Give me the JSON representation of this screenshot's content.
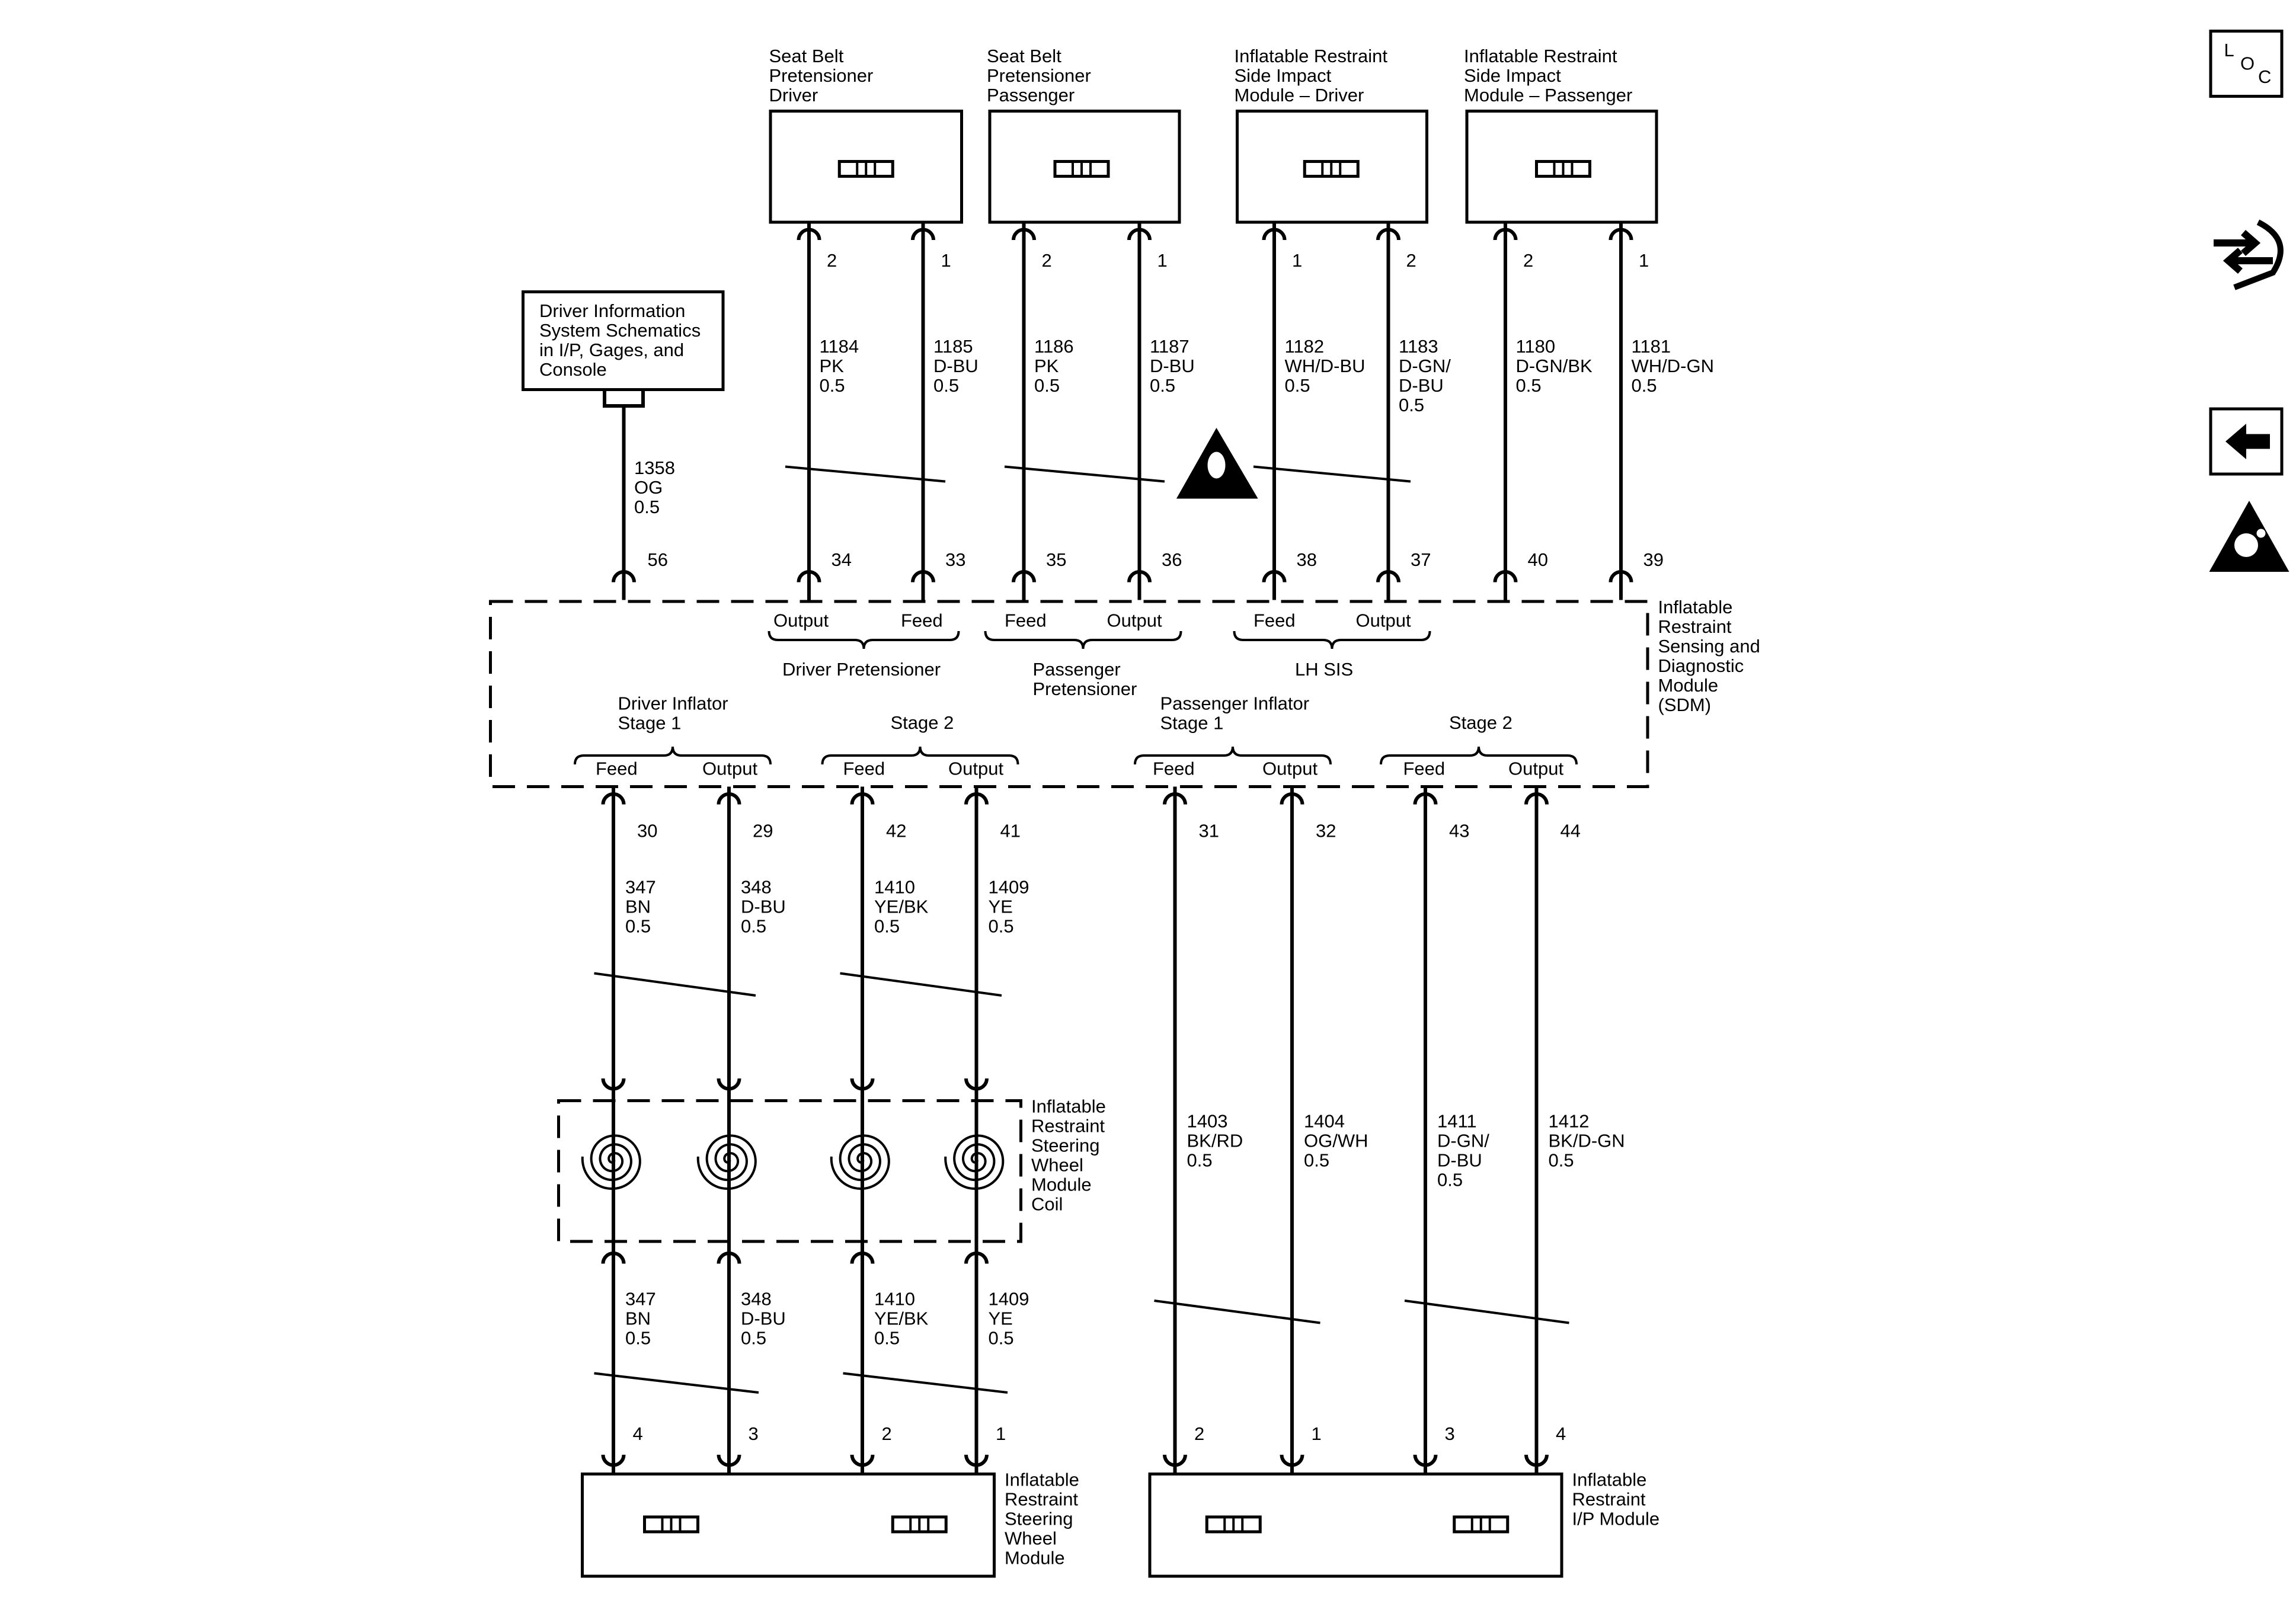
{
  "components": {
    "sbp_driver": [
      "Seat Belt",
      "Pretensioner",
      "Driver"
    ],
    "sbp_passenger": [
      "Seat Belt",
      "Pretensioner",
      "Passenger"
    ],
    "sis_driver": [
      "Inflatable Restraint",
      "Side Impact",
      "Module – Driver"
    ],
    "sis_passenger": [
      "Inflatable Restraint",
      "Side Impact",
      "Module – Passenger"
    ],
    "dis": [
      "Driver Information",
      "System Schematics",
      "in I/P, Gages, and",
      "Console"
    ],
    "sdm": [
      "Inflatable",
      "Restraint",
      "Sensing and",
      "Diagnostic",
      "Module",
      "(SDM)"
    ],
    "coil": [
      "Inflatable",
      "Restraint",
      "Steering",
      "Wheel",
      "Module",
      "Coil"
    ],
    "swm": [
      "Inflatable",
      "Restraint",
      "Steering",
      "Wheel",
      "Module"
    ],
    "ipm": [
      "Inflatable",
      "Restraint",
      "I/P Module"
    ]
  },
  "groups": {
    "driver_pretensioner": "Driver Pretensioner",
    "passenger_pretensioner": [
      "Passenger",
      "Pretensioner"
    ],
    "lh_sis": "LH SIS",
    "driver_inflator_stage1": [
      "Driver Inflator",
      "Stage 1"
    ],
    "driver_stage2": "Stage 2",
    "passenger_inflator_stage1": [
      "Passenger Inflator",
      "Stage 1"
    ],
    "passenger_stage2": "Stage 2"
  },
  "terms": {
    "feed": "Feed",
    "output": "Output"
  },
  "pins": {
    "top": [
      "2",
      "1",
      "2",
      "1",
      "1",
      "2",
      "2",
      "1"
    ],
    "sdm_top": [
      "56",
      "34",
      "33",
      "35",
      "36",
      "38",
      "37",
      "40",
      "39"
    ],
    "sdm_bottom": [
      "30",
      "29",
      "42",
      "41",
      "31",
      "32",
      "43",
      "44"
    ],
    "swm": [
      "4",
      "3",
      "2",
      "1"
    ],
    "ipm": [
      "2",
      "1",
      "3",
      "4"
    ]
  },
  "wires": {
    "top": [
      [
        "1184",
        "PK",
        "0.5"
      ],
      [
        "1185",
        "D-BU",
        "0.5"
      ],
      [
        "1186",
        "PK",
        "0.5"
      ],
      [
        "1187",
        "D-BU",
        "0.5"
      ],
      [
        "1182",
        "WH/D-BU",
        "0.5"
      ],
      [
        "1183",
        "D-GN/",
        "D-BU",
        "0.5"
      ],
      [
        "1180",
        "D-GN/BK",
        "0.5"
      ],
      [
        "1181",
        "WH/D-GN",
        "0.5"
      ]
    ],
    "dis": [
      "1358",
      "OG",
      "0.5"
    ],
    "lower_upper": [
      [
        "347",
        "BN",
        "0.5"
      ],
      [
        "348",
        "D-BU",
        "0.5"
      ],
      [
        "1410",
        "YE/BK",
        "0.5"
      ],
      [
        "1409",
        "YE",
        "0.5"
      ]
    ],
    "lower_lower": [
      [
        "347",
        "BN",
        "0.5"
      ],
      [
        "348",
        "D-BU",
        "0.5"
      ],
      [
        "1410",
        "YE/BK",
        "0.5"
      ],
      [
        "1409",
        "YE",
        "0.5"
      ]
    ],
    "passenger": [
      [
        "1403",
        "BK/RD",
        "0.5"
      ],
      [
        "1404",
        "OG/WH",
        "0.5"
      ],
      [
        "1411",
        "D-GN/",
        "D-BU",
        "0.5"
      ],
      [
        "1412",
        "BK/D-GN",
        "0.5"
      ]
    ]
  },
  "sidebar": {
    "loc": [
      "L",
      "O",
      "C"
    ],
    "icons": [
      "loc-icon",
      "connector-end-view-icon",
      "back-arrow-icon",
      "sir-caution-icon"
    ]
  },
  "warning_icon": "warning-triangle-icon"
}
